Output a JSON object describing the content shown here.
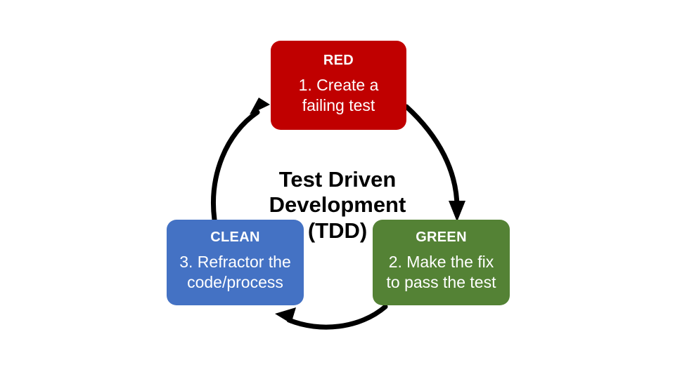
{
  "diagram": {
    "center_title": {
      "line1": "Test Driven",
      "line2": "Development",
      "line3": "(TDD)",
      "full": "Test Driven Development (TDD)"
    },
    "nodes": [
      {
        "id": "red",
        "title": "RED",
        "body_line1": "1. Create a",
        "body_line2": "failing test",
        "body": "1. Create a failing test",
        "step": 1,
        "color": "#C00000",
        "text_color": "#FFFFFF"
      },
      {
        "id": "green",
        "title": "GREEN",
        "body_line1": "2. Make the fix",
        "body_line2": "to pass the test",
        "body": "2. Make the fix to pass the test",
        "step": 2,
        "color": "#548235",
        "text_color": "#FFFFFF"
      },
      {
        "id": "clean",
        "title": "CLEAN",
        "body_line1": "3. Refractor the",
        "body_line2": "code/process",
        "body": "3. Refractor the code/process",
        "step": 3,
        "color": "#4472C4",
        "text_color": "#FFFFFF"
      }
    ],
    "arrows": [
      {
        "id": "red-to-green",
        "from": "red",
        "to": "green",
        "color": "#000000"
      },
      {
        "id": "green-to-clean",
        "from": "green",
        "to": "clean",
        "color": "#000000"
      },
      {
        "id": "clean-to-red",
        "from": "clean",
        "to": "red",
        "color": "#000000"
      }
    ],
    "background_color": "#FFFFFF"
  }
}
